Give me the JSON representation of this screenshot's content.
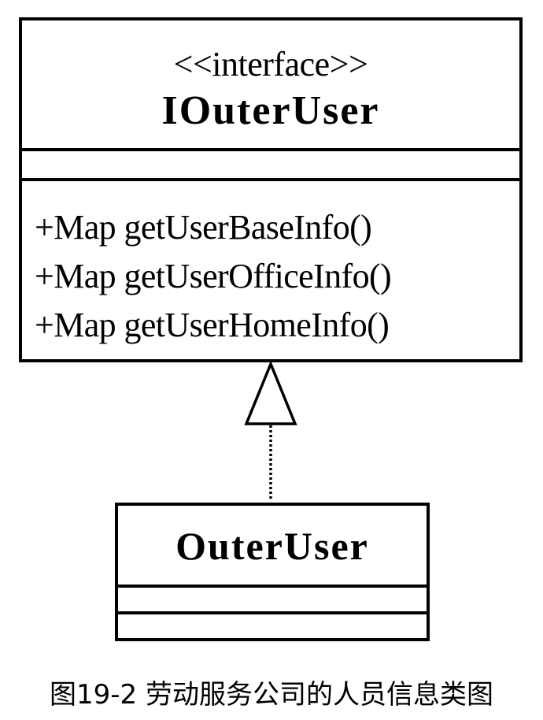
{
  "interface_class": {
    "stereotype": "<<interface>>",
    "name": "IOuterUser",
    "attributes": [],
    "operations": [
      "+Map getUserBaseInfo()",
      "+Map getUserOfficeInfo()",
      "+Map getUserHomeInfo()"
    ]
  },
  "implementing_class": {
    "name": "OuterUser",
    "attributes": [],
    "operations": []
  },
  "relationship": {
    "type": "realization",
    "from": "OuterUser",
    "to": "IOuterUser"
  },
  "caption": "图19-2 劳动服务公司的人员信息类图"
}
